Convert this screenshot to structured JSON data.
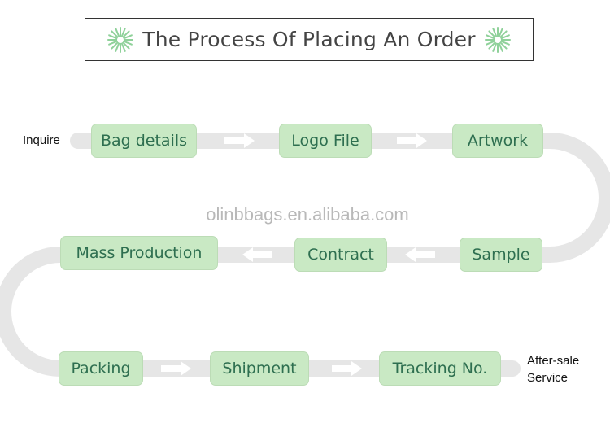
{
  "title": "The Process Of Placing An Order",
  "start_label": "Inquire",
  "end_label_line1": "After-sale",
  "end_label_line2": "Service",
  "watermark": "olinbbags.en.alibaba.com",
  "steps": [
    "Bag details",
    "Logo File",
    "Artwork",
    "Sample",
    "Contract",
    "Mass Production",
    "Packing",
    "Shipment",
    "Tracking No."
  ],
  "colors": {
    "step_fill": "#c9e9c4",
    "step_text": "#2e6f50",
    "track": "#e6e6e6",
    "arrow": "#ffffff",
    "burst": "#8fd19a"
  }
}
